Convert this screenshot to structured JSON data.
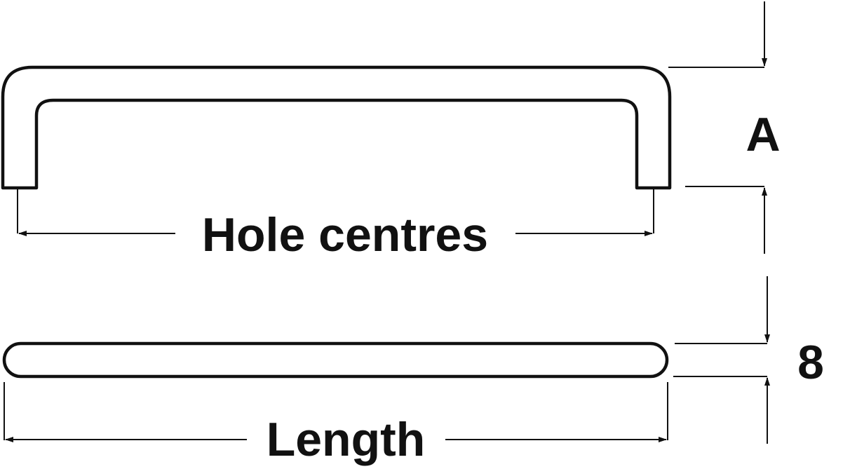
{
  "labels": {
    "hole_centres": "Hole centres",
    "length": "Length",
    "height": "A",
    "thickness": "8"
  },
  "colors": {
    "line": "#111111",
    "background": "#ffffff"
  }
}
